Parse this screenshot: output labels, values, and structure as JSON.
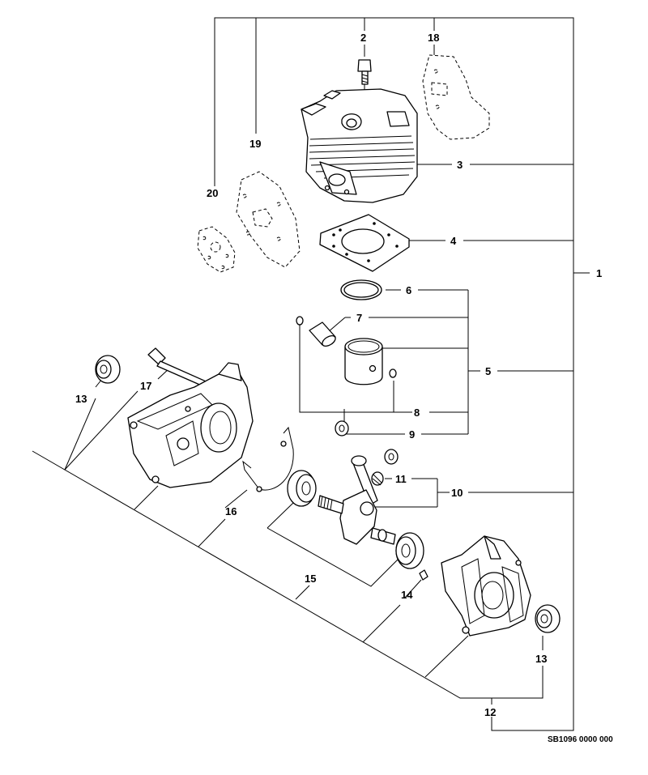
{
  "diagram": {
    "code": "SB1096 0000 000",
    "labels": {
      "l1": "1",
      "l2": "2",
      "l3": "3",
      "l4": "4",
      "l5": "5",
      "l6": "6",
      "l7": "7",
      "l8": "8",
      "l9": "9",
      "l10": "10",
      "l11": "11",
      "l12": "12",
      "l13a": "13",
      "l13b": "13",
      "l14": "14",
      "l15": "15",
      "l16": "16",
      "l17": "17",
      "l18": "18",
      "l19": "19",
      "l20": "20"
    }
  }
}
